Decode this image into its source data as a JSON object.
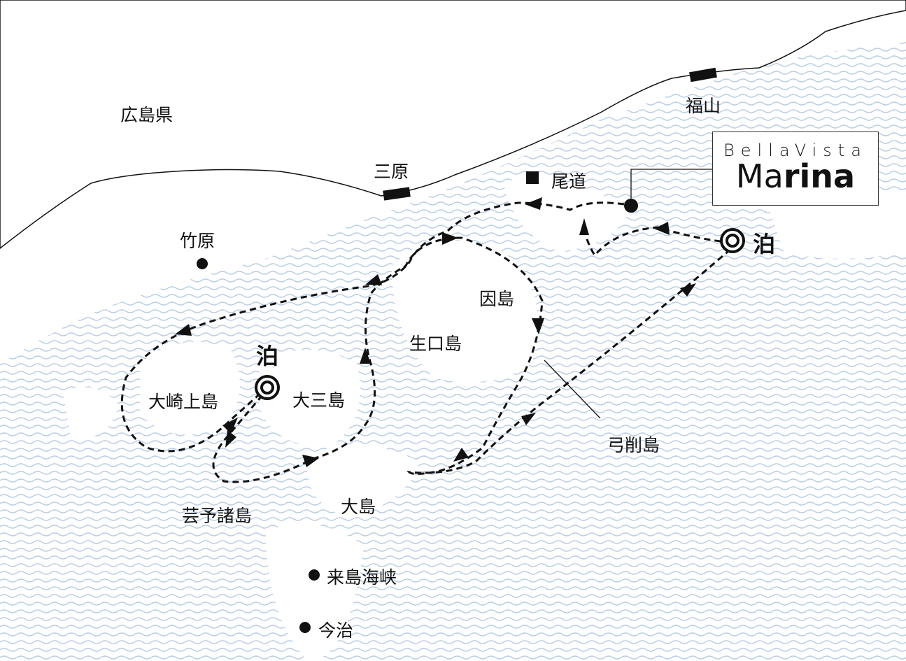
{
  "colors": {
    "sea_wave": "#b9cde6",
    "line": "#111111"
  },
  "logo": {
    "line1": "BellaVista",
    "line2a": "Ma",
    "line2b": "rina"
  },
  "labels": {
    "hiroshima": "広島県",
    "fukuyama": "福山",
    "mihara": "三原",
    "onomichi": "尾道",
    "takehara": "竹原",
    "innoshima": "因島",
    "ikuchijima": "生口島",
    "osakikamijima": "大崎上島",
    "omishima": "大三島",
    "yugeshima": "弓削島",
    "geiyo": "芸予諸島",
    "oshima": "大島",
    "kurushima": "来島海峡",
    "imabari": "今治",
    "stay_east": "泊",
    "stay_west": "泊"
  }
}
